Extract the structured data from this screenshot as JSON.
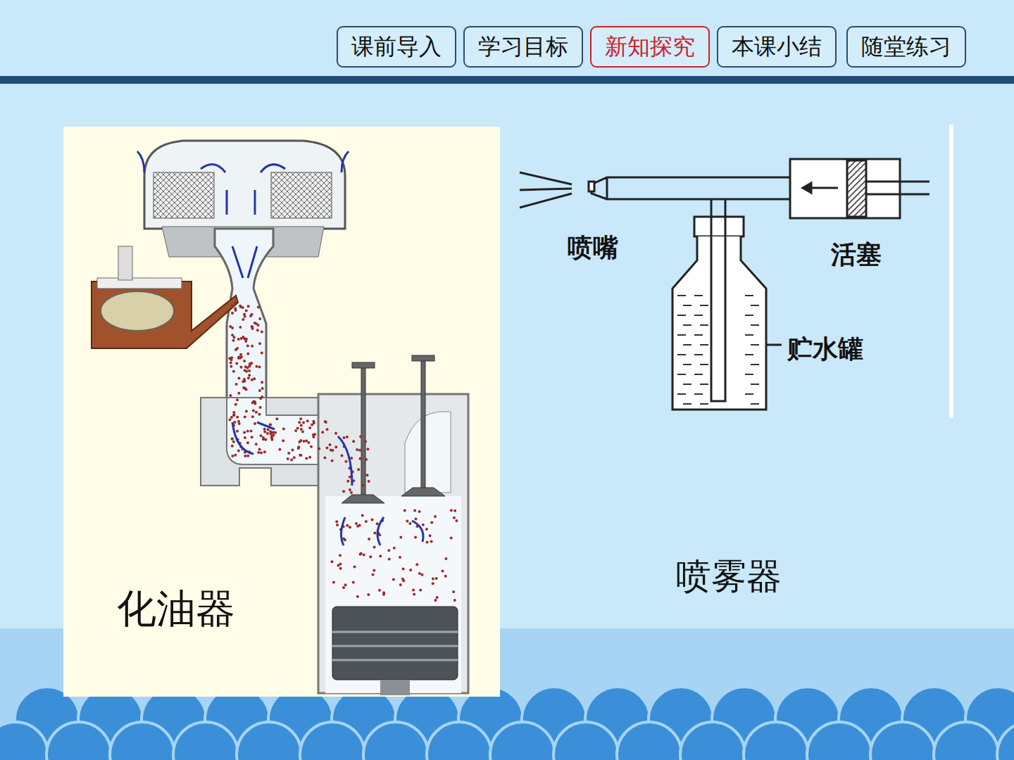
{
  "diagram": {
    "nodes": [
      {
        "text": [
          "课前导入"
        ]
      },
      {
        "text": [
          "学习目标"
        ]
      },
      {
        "text": [
          "新知探究"
        ]
      },
      {
        "text": [
          "本课小结"
        ]
      },
      {
        "text": [
          "随堂练习"
        ]
      },
      {
        "text": [
          "化油器"
        ]
      }
    ],
    "labels": [
      "喷嘴",
      "活塞",
      "贮水罐",
      "喷雾器"
    ]
  }
}
